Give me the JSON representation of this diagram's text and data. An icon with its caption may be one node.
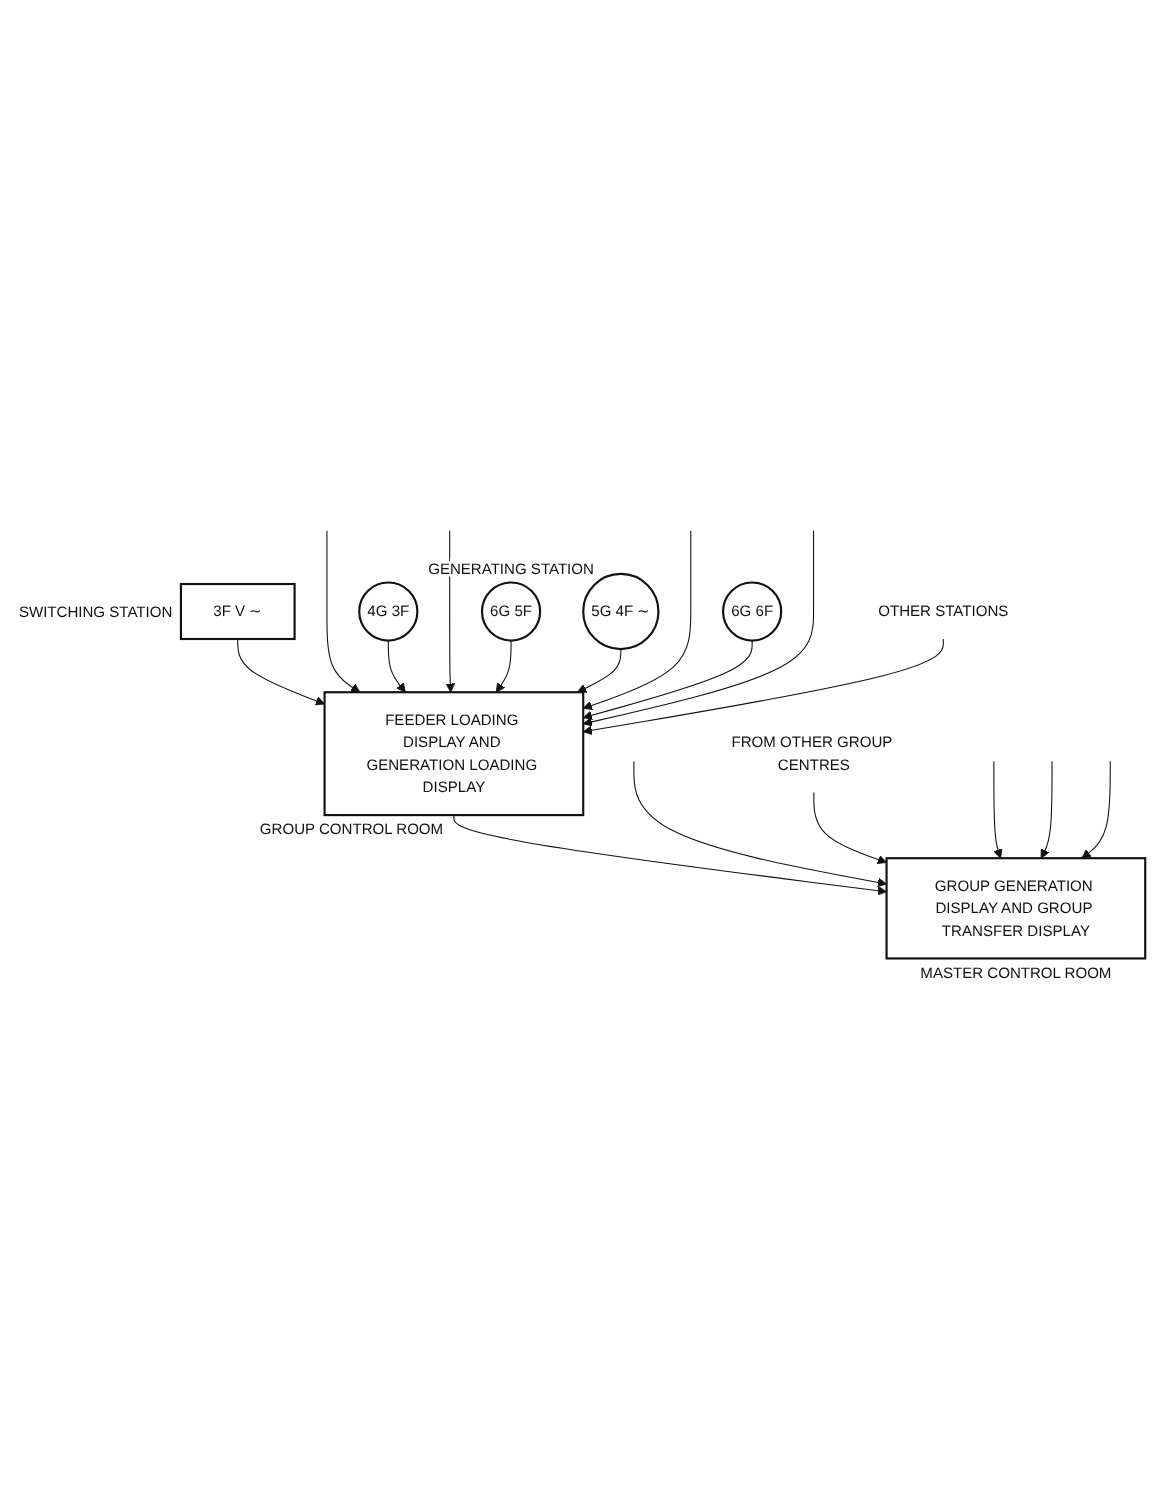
{
  "diagram": {
    "nodes": [
      {
        "text": [
          "3F V ∼"
        ],
        "beside": [
          "SWITCHING STATION"
        ]
      },
      {
        "text": [
          "4G 3F"
        ]
      },
      {
        "text": [
          "6G 5F"
        ],
        "beside": [
          "GENERATING STATION"
        ]
      },
      {
        "text": [
          "5G 4F ∼"
        ]
      },
      {
        "text": [
          "FEEDER LOADING DISPLAY AND GENERATION LOADING DISPLAY"
        ],
        "beside": [
          "GROUP CONTROL ROOM"
        ]
      },
      {
        "text": [
          "6G 6F"
        ]
      },
      {
        "text": [
          "OTHER STATIONS"
        ]
      },
      {
        "text": [
          "FROM OTHER GROUP CENTRES"
        ]
      },
      {
        "text": [
          "GROUP GENERATION DISPLAY AND GROUP TRANSFER DISPLAY"
        ],
        "beside": [
          "MASTER CONTROL ROOM"
        ]
      }
    ],
    "edges": [
      {
        "from": 0,
        "to": 4,
        "arrow": "to"
      },
      {
        "from": null,
        "to": 4,
        "arrow": "to"
      },
      {
        "from": 1,
        "to": 4,
        "arrow": "to"
      },
      {
        "from": null,
        "to": 4,
        "arrow": "to"
      },
      {
        "from": 2,
        "to": 4,
        "arrow": "to"
      },
      {
        "from": 3,
        "to": 4,
        "arrow": "to"
      },
      {
        "from": null,
        "to": 4,
        "arrow": "to"
      },
      {
        "from": 5,
        "to": 4,
        "arrow": "to"
      },
      {
        "from": null,
        "to": 4,
        "arrow": "to"
      },
      {
        "from": 6,
        "to": 4,
        "arrow": "to"
      },
      {
        "from": 4,
        "to": 8,
        "arrow": "to"
      },
      {
        "from": null,
        "to": 8,
        "arrow": "to"
      },
      {
        "from": 7,
        "to": 8,
        "arrow": "to"
      },
      {
        "from": null,
        "to": 8,
        "arrow": "to"
      },
      {
        "from": null,
        "to": 8,
        "arrow": "to"
      },
      {
        "from": null,
        "to": 8,
        "arrow": "to"
      }
    ]
  }
}
